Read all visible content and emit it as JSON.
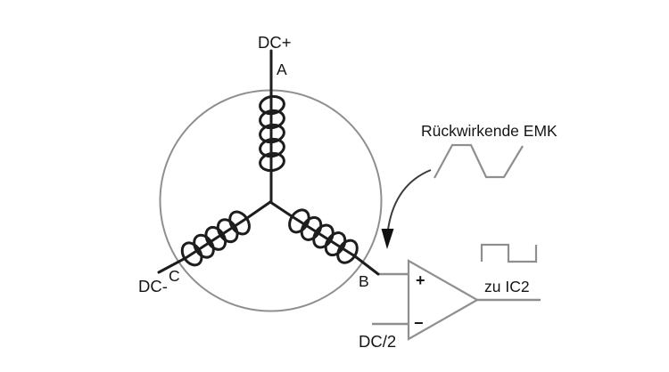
{
  "diagram": {
    "kind": "bldc-motor-commutation-diagram",
    "labels": {
      "supply_positive": "DC+",
      "terminal_a": "A",
      "terminal_b": "B",
      "terminal_c": "C",
      "supply_negative": "DC-",
      "back_emf": "Rückwirkende EMK",
      "comparator_plus": "+",
      "comparator_minus": "−",
      "reference_input": "DC/2",
      "output": "zu IC2"
    },
    "colors": {
      "winding_black": "#1d1d1d",
      "outline_gray": "#8f8f8f",
      "arrow_dark": "#3a3a3a",
      "text": "#151515",
      "background": "#ffffff"
    }
  }
}
